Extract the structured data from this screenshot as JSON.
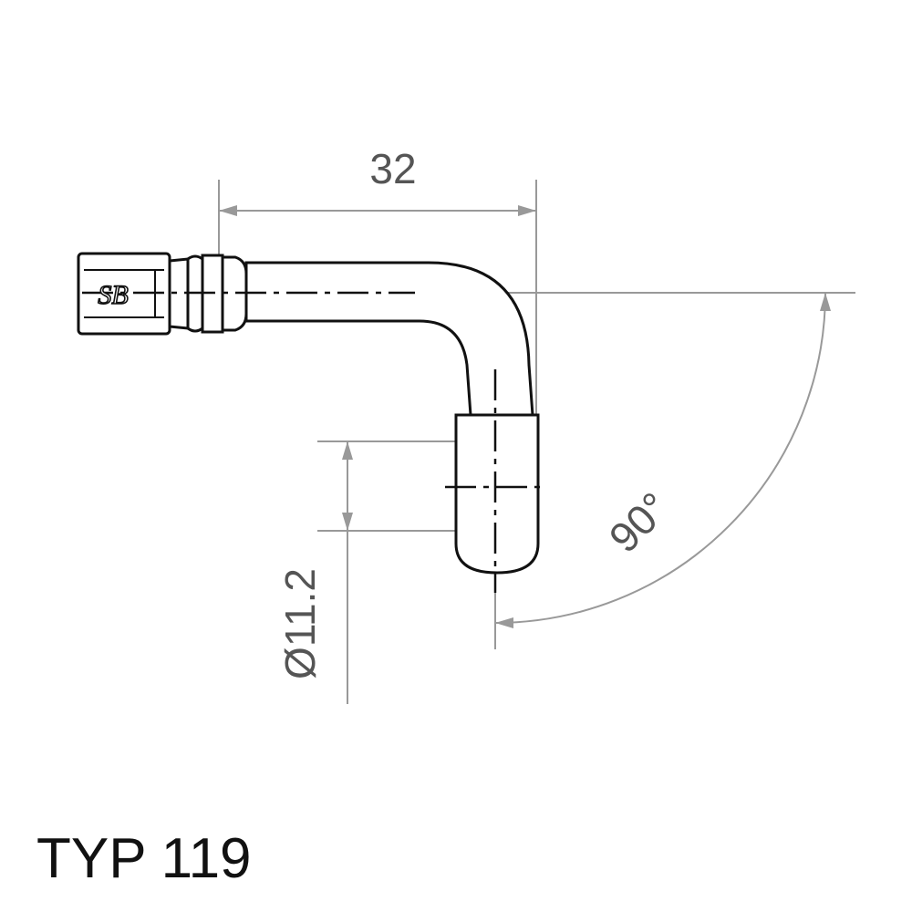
{
  "diagram": {
    "title": "TYP 119",
    "logo_text": "SB",
    "dimensions": {
      "length": "32",
      "diameter": "Ø11.2",
      "angle": "90°"
    }
  },
  "colors": {
    "outline": "#111111",
    "dimension_lines": "#999999",
    "dimension_text": "#555555",
    "background": "#ffffff"
  }
}
